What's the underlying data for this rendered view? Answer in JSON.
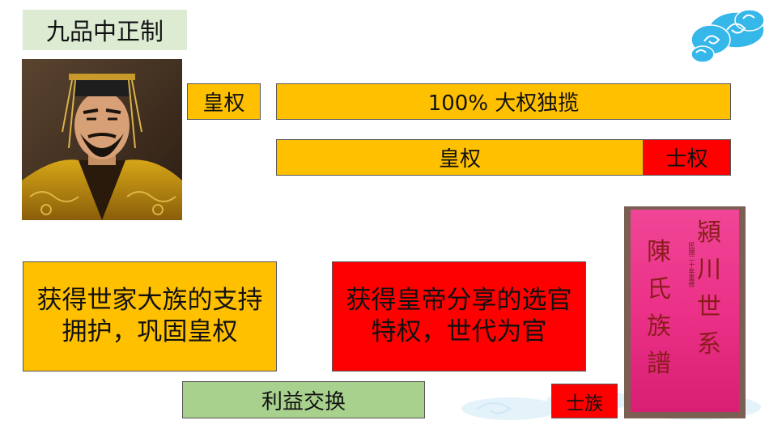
{
  "title": "九品中正制",
  "top_row": {
    "label": "皇权",
    "full_bar": "100% 大权独揽"
  },
  "second_row": {
    "imperial": "皇权",
    "scholar": "士权"
  },
  "left_box": "获得世家大族的支持拥护，巩固皇权",
  "right_box": "获得皇帝分享的选官特权，世代为官",
  "exchange_box": "利益交换",
  "clan_box": "士族",
  "book": {
    "col1": "陳氏族",
    "col2": "潁川世",
    "col2_extra": "譜",
    "col3_extra": "系",
    "small_note": "民國二十年重修"
  },
  "colors": {
    "yellow": "#FFC000",
    "red": "#FF0000",
    "green": "#A9D18E",
    "title_bg": "#DDEBD3"
  }
}
